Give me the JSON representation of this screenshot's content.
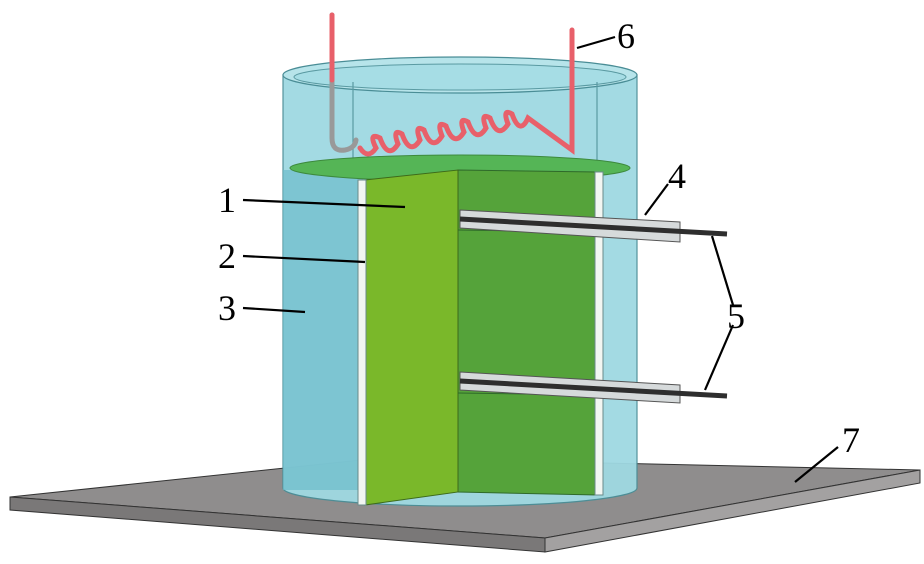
{
  "labels": {
    "l1": "1",
    "l2": "2",
    "l3": "3",
    "l4": "4",
    "l5": "5",
    "l6": "6",
    "l7": "7"
  },
  "colors": {
    "plate": "#8f8d8d",
    "water": "#8fd4de",
    "liquid_surface": "#55b556",
    "front_panel": "#7ab82a",
    "inner_panel": "#55a33a",
    "heater": "#e8606a",
    "rod": "#2e2e2e"
  }
}
